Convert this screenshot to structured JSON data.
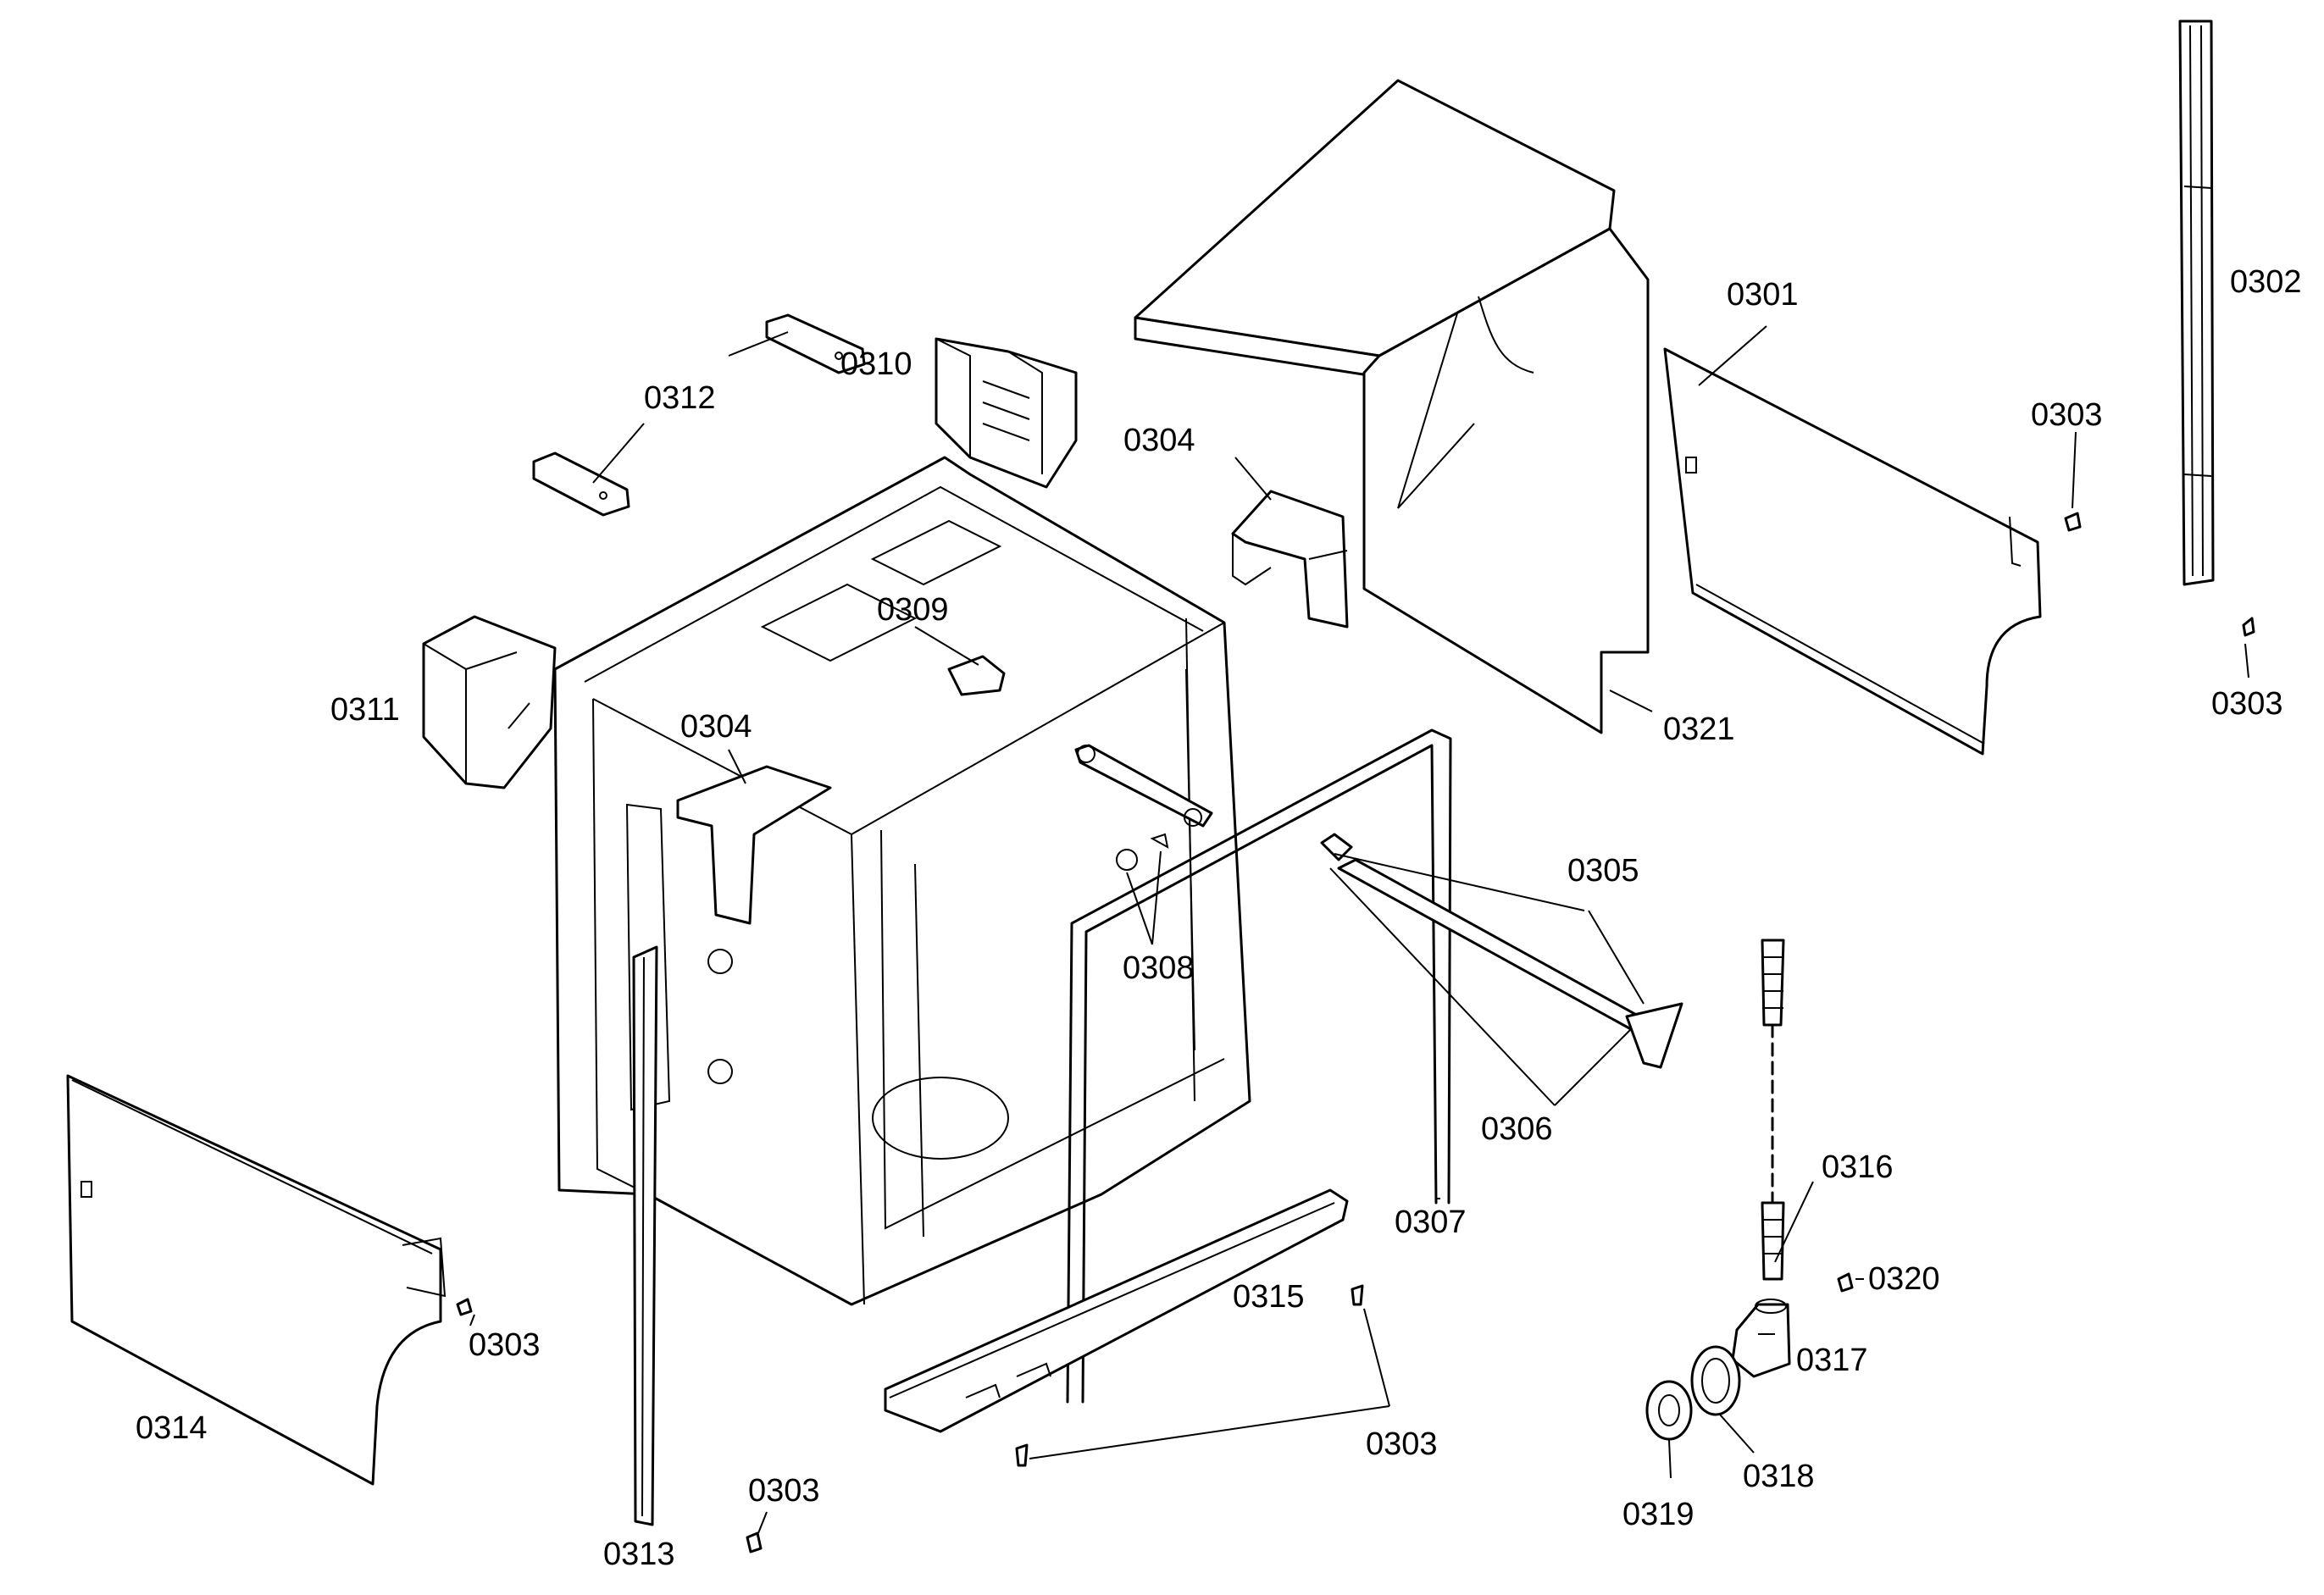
{
  "diagram": {
    "style": "exploded parts view, black line art on white",
    "labels": {
      "p0301": "0301",
      "p0302": "0302",
      "p0303_a": "0303",
      "p0303_b": "0303",
      "p0303_c": "0303",
      "p0303_d": "0303",
      "p0303_e": "0303",
      "p0304_a": "0304",
      "p0304_b": "0304",
      "p0305": "0305",
      "p0306": "0306",
      "p0307": "0307",
      "p0308": "0308",
      "p0309": "0309",
      "p0310": "0310",
      "p0311": "0311",
      "p0312": "0312",
      "p0313": "0313",
      "p0314": "0314",
      "p0315": "0315",
      "p0316": "0316",
      "p0317": "0317",
      "p0318": "0318",
      "p0319": "0319",
      "p0320": "0320",
      "p0321": "0321"
    }
  }
}
